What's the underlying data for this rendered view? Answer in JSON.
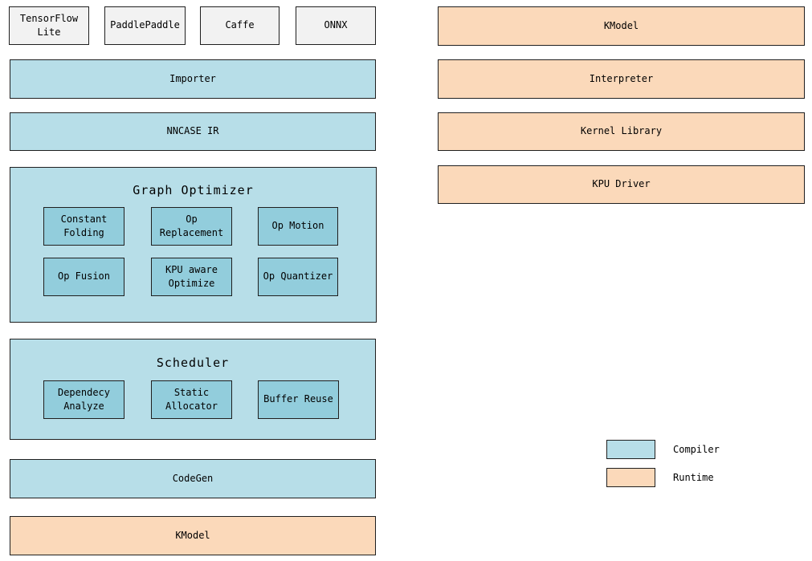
{
  "frameworks": [
    "TensorFlow Lite",
    "PaddlePaddle",
    "Caffe",
    "ONNX"
  ],
  "compiler": {
    "importer": "Importer",
    "nncase_ir": "NNCASE IR",
    "graph_optimizer": {
      "title": "Graph Optimizer",
      "passes": [
        "Constant Folding",
        "Op Replacement",
        "Op Motion",
        "Op Fusion",
        "KPU aware Optimize",
        "Op Quantizer"
      ]
    },
    "scheduler": {
      "title": "Scheduler",
      "passes": [
        "Dependecy Analyze",
        "Static Allocator",
        "Buffer Reuse"
      ]
    },
    "codegen": "CodeGen",
    "kmodel": "KModel"
  },
  "runtime": {
    "items": [
      "KModel",
      "Interpreter",
      "Kernel Library",
      "KPU Driver"
    ]
  },
  "legend": {
    "compiler_label": "Compiler",
    "runtime_label": "Runtime"
  },
  "colors": {
    "compiler_fill": "#b7dee8",
    "compiler_inner_fill": "#92cddc",
    "runtime_fill": "#fbd9ba",
    "framework_fill": "#f2f2f2",
    "border": "#1f1f1f"
  }
}
